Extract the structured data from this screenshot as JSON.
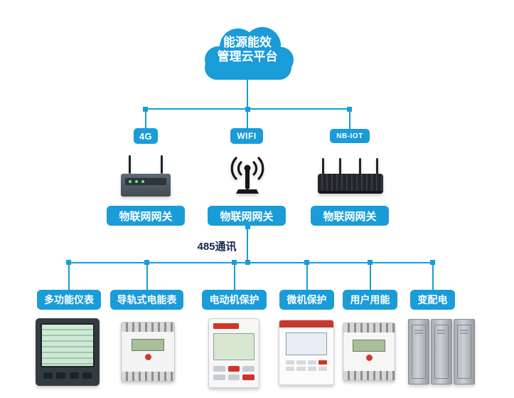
{
  "colors": {
    "accent": "#1a9cd8",
    "bus_text": "#132448",
    "background": "#ffffff"
  },
  "cloud": {
    "line1": "能源能效",
    "line2": "管理云平台"
  },
  "network_badges": [
    {
      "label": "4G"
    },
    {
      "label": "WIFI"
    },
    {
      "label": "NB-IOT"
    }
  ],
  "gateways": [
    {
      "label": "物联网网关"
    },
    {
      "label": "物联网网关"
    },
    {
      "label": "物联网网关"
    }
  ],
  "bus": {
    "label": "485通讯"
  },
  "devices": [
    {
      "label": "多功能仪表"
    },
    {
      "label": "导轨式电能表"
    },
    {
      "label": "电动机保护"
    },
    {
      "label": "微机保护"
    },
    {
      "label": "用户用能"
    },
    {
      "label": "变配电"
    }
  ]
}
